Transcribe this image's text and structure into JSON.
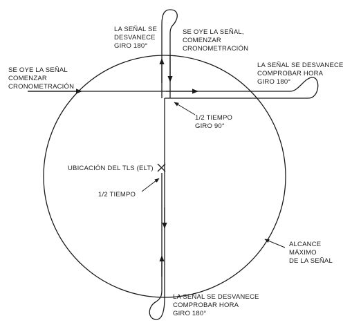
{
  "diagram": {
    "labels": {
      "top_left": [
        "LA SEÑAL SE",
        "DESVANECE",
        "GIRO 180°"
      ],
      "top_right": [
        "SE OYE LA SEÑAL,",
        "COMENZAR",
        "CRONOMETRACIÓN"
      ],
      "left": [
        "SE OYE LA SEÑAL",
        "COMENZAR",
        "CRONOMETRACIÓN"
      ],
      "right": [
        "LA SEÑAL SE DESVANECE",
        "COMPROBAR HORA",
        "GIRO 180°"
      ],
      "center": [
        "1/2 TIEMPO",
        "GIRO 90°"
      ],
      "elt": "UBICACIÓN DEL TLS (ELT)",
      "half_time": "1/2 TIEMPO",
      "range": [
        "ALCANCE",
        "MÁXIMO",
        "DE LA SEÑAL"
      ],
      "bottom": [
        "LA SEÑAL SE DESVANECE",
        "COMPROBAR HORA",
        "GIRO 180°"
      ]
    }
  }
}
